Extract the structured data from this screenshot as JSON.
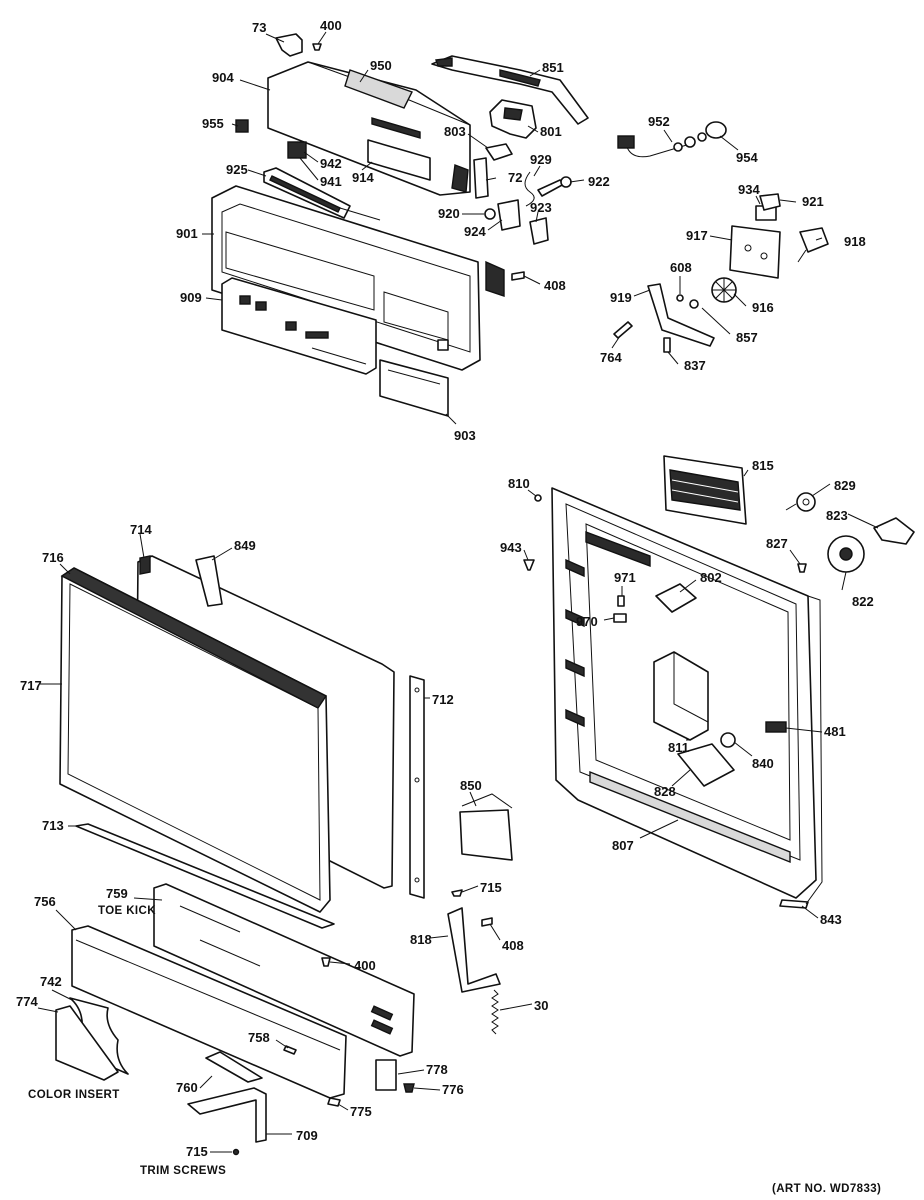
{
  "art_no": "(ART NO. WD7833)",
  "labels": {
    "p73": "73",
    "p400a": "400",
    "p851": "851",
    "p904": "904",
    "p950": "950",
    "p955": "955",
    "p803": "803",
    "p801": "801",
    "p942": "942",
    "p941": "941",
    "p914": "914",
    "p952": "952",
    "p954": "954",
    "p929": "929",
    "p72": "72",
    "p922": "922",
    "p925": "925",
    "p934": "934",
    "p921": "921",
    "p920": "920",
    "p923": "923",
    "p924": "924",
    "p917": "917",
    "p918": "918",
    "p901": "901",
    "p408a": "408",
    "p608": "608",
    "p919": "919",
    "p916": "916",
    "p909": "909",
    "p857": "857",
    "p764": "764",
    "p837": "837",
    "p903": "903",
    "p815": "815",
    "p810": "810",
    "p829": "829",
    "p823": "823",
    "p943": "943",
    "p827": "827",
    "p802": "802",
    "p971": "971",
    "p822": "822",
    "p970": "970",
    "p714": "714",
    "p849": "849",
    "p716": "716",
    "p717": "717",
    "p712": "712",
    "p481": "481",
    "p811": "811",
    "p840": "840",
    "p850": "850",
    "p828": "828",
    "p807": "807",
    "p713": "713",
    "p715a": "715",
    "p843": "843",
    "p759": "759",
    "p756": "756",
    "p818": "818",
    "p408b": "408",
    "p400b": "400",
    "p742": "742",
    "p30": "30",
    "p774": "774",
    "p758": "758",
    "p778": "778",
    "p760": "760",
    "p776": "776",
    "p775": "775",
    "p709": "709",
    "p715b": "715"
  },
  "captions": {
    "toe_kick": "TOE KICK",
    "color_insert": "COLOR INSERT",
    "trim_screws": "TRIM SCREWS"
  }
}
